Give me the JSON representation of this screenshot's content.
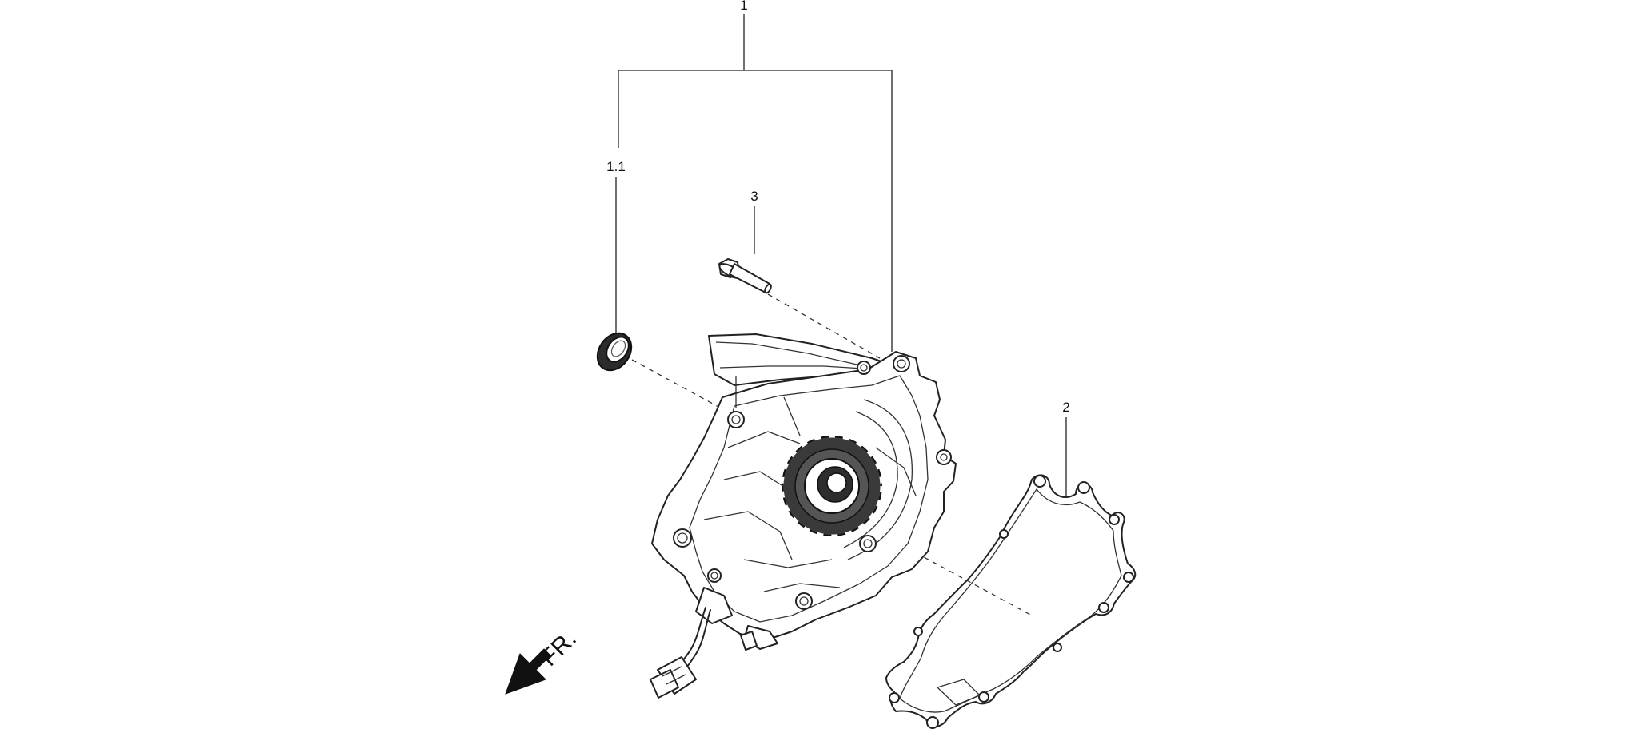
{
  "callouts": {
    "c1": "1",
    "c1_1": "1.1",
    "c2": "2",
    "c3": "3"
  },
  "direction": {
    "label": "FR.",
    "arrow_icon": "arrow-down-left-icon"
  },
  "colors": {
    "line": "#222222",
    "background": "#ffffff"
  }
}
